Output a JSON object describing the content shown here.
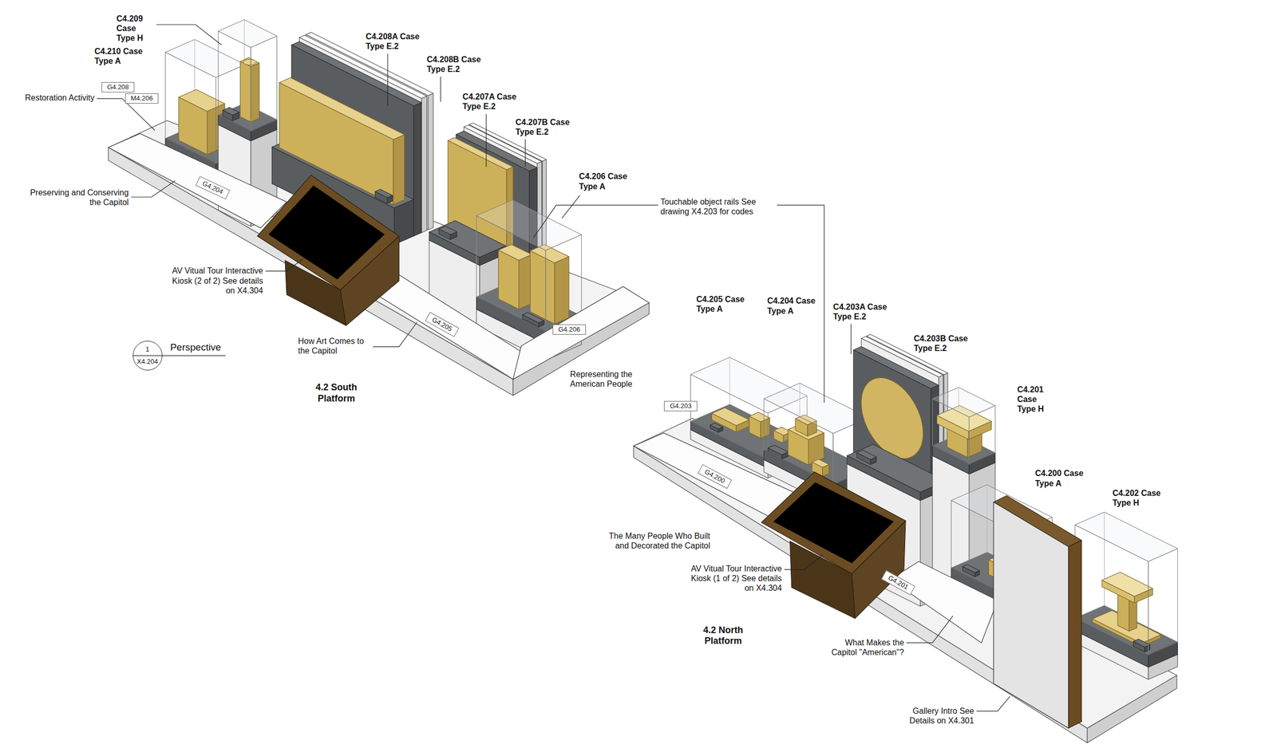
{
  "diagram": {
    "nodes": [
      {
        "text": [
          "G4.208"
        ]
      },
      {
        "text": [
          "M4.206"
        ]
      },
      {
        "text": [
          "G4.204"
        ]
      },
      {
        "text": [
          "G4.205"
        ]
      },
      {
        "text": [
          "G4.206"
        ]
      },
      {
        "text": [
          "1",
          "X4.204"
        ]
      },
      {
        "text": [
          "G4.203"
        ]
      },
      {
        "text": [
          "G4.200"
        ]
      },
      {
        "text": [
          "G4.201"
        ]
      }
    ],
    "labels": [
      "C4.209 Case Type H",
      "C4.210 Case Type A",
      "Restoration Activity",
      "C4.208A Case Type E.2",
      "C4.208B Case Type E.2",
      "C4.207A Case Type E.2",
      "C4.207B Case Type E.2",
      "C4.206 Case Type A",
      "Touchable object rails See drawing X4.203 for codes",
      "Preserving and Conserving the Capitol",
      "AV Vitual Tour Interactive Kiosk (2 of 2) See details on X4.304",
      "Perspective",
      "How Art Comes to the Capitol",
      "Representing the American People",
      "4.2 South Platform",
      "C4.205 Case Type A",
      "C4.204 Case Type A",
      "C4.203A Case Type E.2",
      "C4.203B Case Type E.2",
      "C4.201 Case Type H",
      "C4.200 Case Type A",
      "C4.202 Case Type H",
      "The Many People Who Built and Decorated the Capitol",
      "AV Vitual Tour Interactive Kiosk (1 of 2) See details on X4.304",
      "What Makes the Capitol \"American\"?",
      "4.2 North Platform",
      "Gallery Intro See Details on X4.301"
    ]
  }
}
